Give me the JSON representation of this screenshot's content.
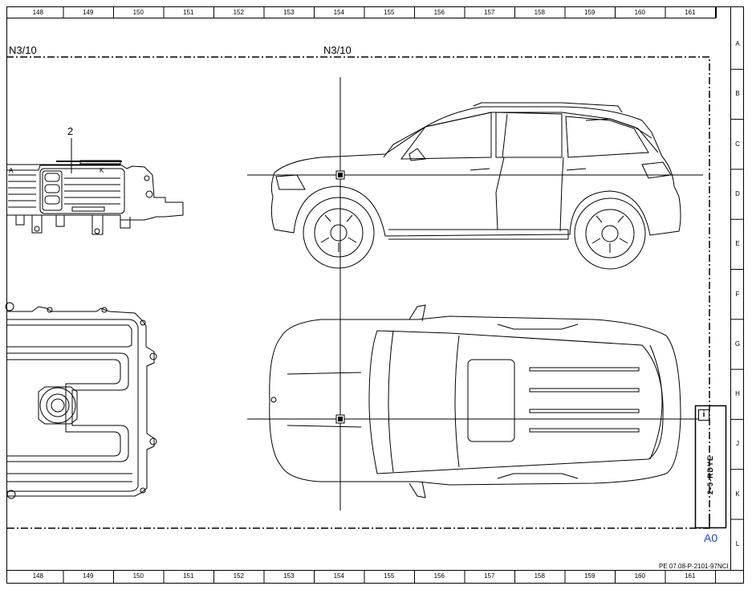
{
  "ruler": {
    "columns": [
      "148",
      "149",
      "150",
      "151",
      "152",
      "153",
      "154",
      "155",
      "156",
      "157",
      "158",
      "159",
      "160",
      "161"
    ],
    "rows": [
      "A",
      "B",
      "C",
      "D",
      "E",
      "F",
      "G",
      "H",
      "J",
      "K",
      "L"
    ]
  },
  "labels": {
    "left_component": "N3/10",
    "center_component": "N3/10",
    "callout_number": "2",
    "connector_a": "A",
    "connector_k": "K"
  },
  "side_panel": {
    "info_icon": "info-icon",
    "vertical_text": "2-5-RDYE",
    "grid_ref": "A0"
  },
  "footer": {
    "document_ref": "PE 07.08-P-2101-97NCI"
  }
}
